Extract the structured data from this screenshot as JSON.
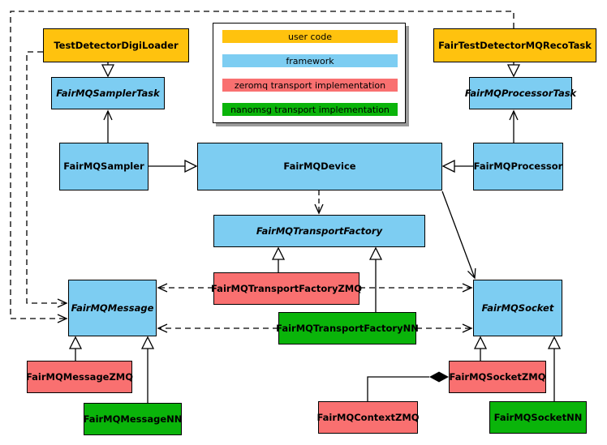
{
  "colors": {
    "user_code": "#FFC20E",
    "framework": "#7DCDF2",
    "zeromq": "#F97070",
    "nanomsg": "#0AB40A",
    "border": "#000000",
    "background": "#FFFFFF"
  },
  "legend": {
    "items": [
      {
        "label": "user code",
        "color": "#FFC20E"
      },
      {
        "label": "framework",
        "color": "#7DCDF2"
      },
      {
        "label": "zeromq transport implementation",
        "color": "#F97070"
      },
      {
        "label": "nanomsg transport implementation",
        "color": "#0AB40A"
      }
    ]
  },
  "nodes": {
    "test_detector_digi_loader": {
      "label": "TestDetectorDigiLoader",
      "category": "user code",
      "abstract": false
    },
    "fair_test_detector_mq_reco_task": {
      "label": "FairTestDetectorMQRecoTask",
      "category": "user code",
      "abstract": false
    },
    "fairmq_sampler_task": {
      "label": "FairMQSamplerTask",
      "category": "framework",
      "abstract": true
    },
    "fairmq_processor_task": {
      "label": "FairMQProcessorTask",
      "category": "framework",
      "abstract": true
    },
    "fairmq_sampler": {
      "label": "FairMQSampler",
      "category": "framework",
      "abstract": false
    },
    "fairmq_device": {
      "label": "FairMQDevice",
      "category": "framework",
      "abstract": false
    },
    "fairmq_processor": {
      "label": "FairMQProcessor",
      "category": "framework",
      "abstract": false
    },
    "fairmq_transport_factory": {
      "label": "FairMQTransportFactory",
      "category": "framework",
      "abstract": true
    },
    "fairmq_transport_factory_zmq": {
      "label": "FairMQTransportFactoryZMQ",
      "category": "zeromq transport implementation",
      "abstract": false
    },
    "fairmq_transport_factory_nn": {
      "label": "FairMQTransportFactoryNN",
      "category": "nanomsg transport implementation",
      "abstract": false
    },
    "fairmq_message": {
      "label": "FairMQMessage",
      "category": "framework",
      "abstract": true
    },
    "fairmq_socket": {
      "label": "FairMQSocket",
      "category": "framework",
      "abstract": true
    },
    "fairmq_message_zmq": {
      "label": "FairMQMessageZMQ",
      "category": "zeromq transport implementation",
      "abstract": false
    },
    "fairmq_message_nn": {
      "label": "FairMQMessageNN",
      "category": "nanomsg transport implementation",
      "abstract": false
    },
    "fairmq_socket_zmq": {
      "label": "FairMQSocketZMQ",
      "category": "zeromq transport implementation",
      "abstract": false
    },
    "fairmq_socket_nn": {
      "label": "FairMQSocketNN",
      "category": "nanomsg transport implementation",
      "abstract": false
    },
    "fairmq_context_zmq": {
      "label": "FairMQContextZMQ",
      "category": "zeromq transport implementation",
      "abstract": false
    }
  },
  "relations": [
    {
      "from": "TestDetectorDigiLoader",
      "to": "FairMQSamplerTask",
      "type": "inheritance"
    },
    {
      "from": "FairTestDetectorMQRecoTask",
      "to": "FairMQProcessorTask",
      "type": "inheritance"
    },
    {
      "from": "FairMQSampler",
      "to": "FairMQSamplerTask",
      "type": "association"
    },
    {
      "from": "FairMQProcessor",
      "to": "FairMQProcessorTask",
      "type": "association"
    },
    {
      "from": "FairMQSampler",
      "to": "FairMQDevice",
      "type": "inheritance"
    },
    {
      "from": "FairMQProcessor",
      "to": "FairMQDevice",
      "type": "inheritance"
    },
    {
      "from": "FairMQDevice",
      "to": "FairMQTransportFactory",
      "type": "dashed-dependency"
    },
    {
      "from": "FairMQDevice",
      "to": "FairMQSocket",
      "type": "association"
    },
    {
      "from": "FairMQTransportFactoryZMQ",
      "to": "FairMQTransportFactory",
      "type": "inheritance"
    },
    {
      "from": "FairMQTransportFactoryNN",
      "to": "FairMQTransportFactory",
      "type": "inheritance"
    },
    {
      "from": "FairMQTransportFactoryZMQ",
      "to": "FairMQMessage",
      "type": "dashed-dependency"
    },
    {
      "from": "FairMQTransportFactoryZMQ",
      "to": "FairMQSocket",
      "type": "dashed-dependency"
    },
    {
      "from": "FairMQTransportFactoryNN",
      "to": "FairMQMessage",
      "type": "dashed-dependency"
    },
    {
      "from": "FairMQTransportFactoryNN",
      "to": "FairMQSocket",
      "type": "dashed-dependency"
    },
    {
      "from": "TestDetectorDigiLoader",
      "to": "FairMQMessage",
      "type": "dashed-dependency"
    },
    {
      "from": "FairTestDetectorMQRecoTask",
      "to": "FairMQMessage",
      "type": "dashed-dependency"
    },
    {
      "from": "FairMQMessageZMQ",
      "to": "FairMQMessage",
      "type": "inheritance"
    },
    {
      "from": "FairMQMessageNN",
      "to": "FairMQMessage",
      "type": "inheritance"
    },
    {
      "from": "FairMQSocketZMQ",
      "to": "FairMQSocket",
      "type": "inheritance"
    },
    {
      "from": "FairMQSocketNN",
      "to": "FairMQSocket",
      "type": "inheritance"
    },
    {
      "from": "FairMQContextZMQ",
      "to": "FairMQSocketZMQ",
      "type": "composition"
    }
  ]
}
